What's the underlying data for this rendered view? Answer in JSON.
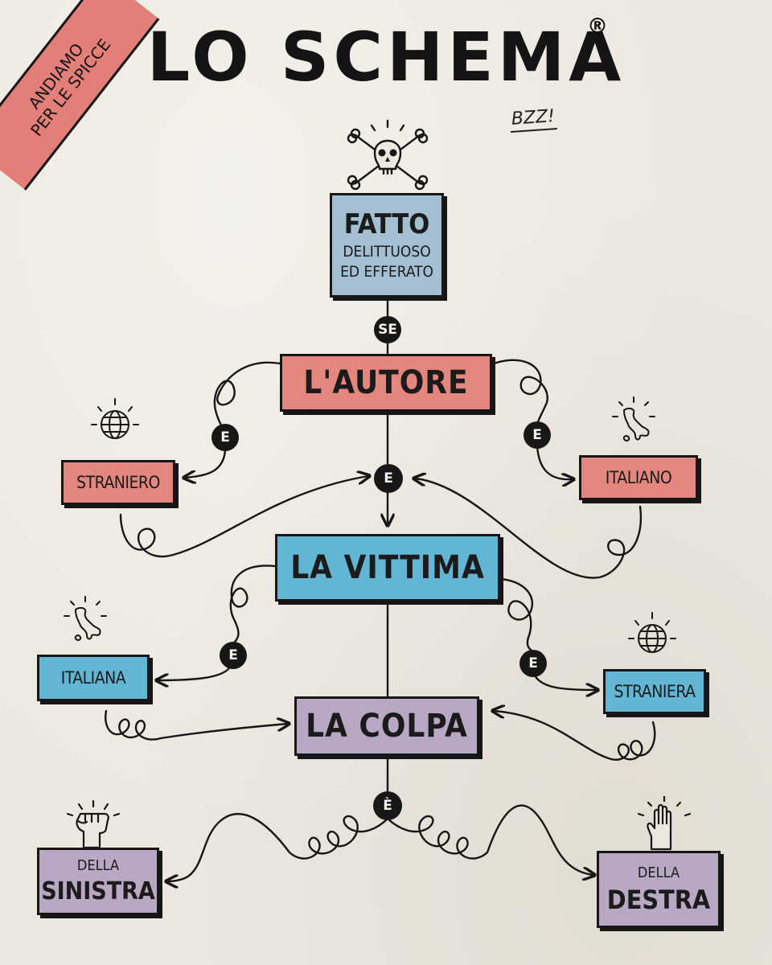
{
  "header": {
    "title": "LO SCHEMA",
    "title_mark": "®",
    "subtitle": "BZZ!",
    "corner_line1": "ANDIAMO",
    "corner_line2": "PER LE SPICCE"
  },
  "nodes": {
    "fatto": {
      "line1": "FATTO",
      "line2": "DELITTUOSO",
      "line3": "ED EFFERATO"
    },
    "autore": "L'AUTORE",
    "straniero": "STRANIERO",
    "italiano": "ITALIANO",
    "vittima": "LA VITTIMA",
    "italiana": "ITALIANA",
    "straniera": "STRANIERA",
    "colpa": "LA COLPA",
    "sinistra": {
      "line1": "DELLA",
      "line2": "SINISTRA"
    },
    "destra": {
      "line1": "DELLA",
      "line2": "DESTRA"
    }
  },
  "connectors": {
    "se": "SE",
    "e_autore_left": "E",
    "e_autore_right": "E",
    "e_center": "E",
    "e_vittima_left": "E",
    "e_vittima_right": "E",
    "e_colpa": "È"
  },
  "icons": {
    "top": "skull-crossbones-icon",
    "straniero": "globe-icon",
    "italiano": "italy-map-icon",
    "italiana": "italy-map-icon",
    "straniera": "globe-icon",
    "sinistra": "raised-fist-icon",
    "destra": "raised-palm-icon"
  },
  "colors": {
    "paper": "#ece8e0",
    "ink": "#161616",
    "blue": "#a3bfd1",
    "red": "#e3867d",
    "cyan": "#62b5d3",
    "purple": "#b9a8c4"
  }
}
